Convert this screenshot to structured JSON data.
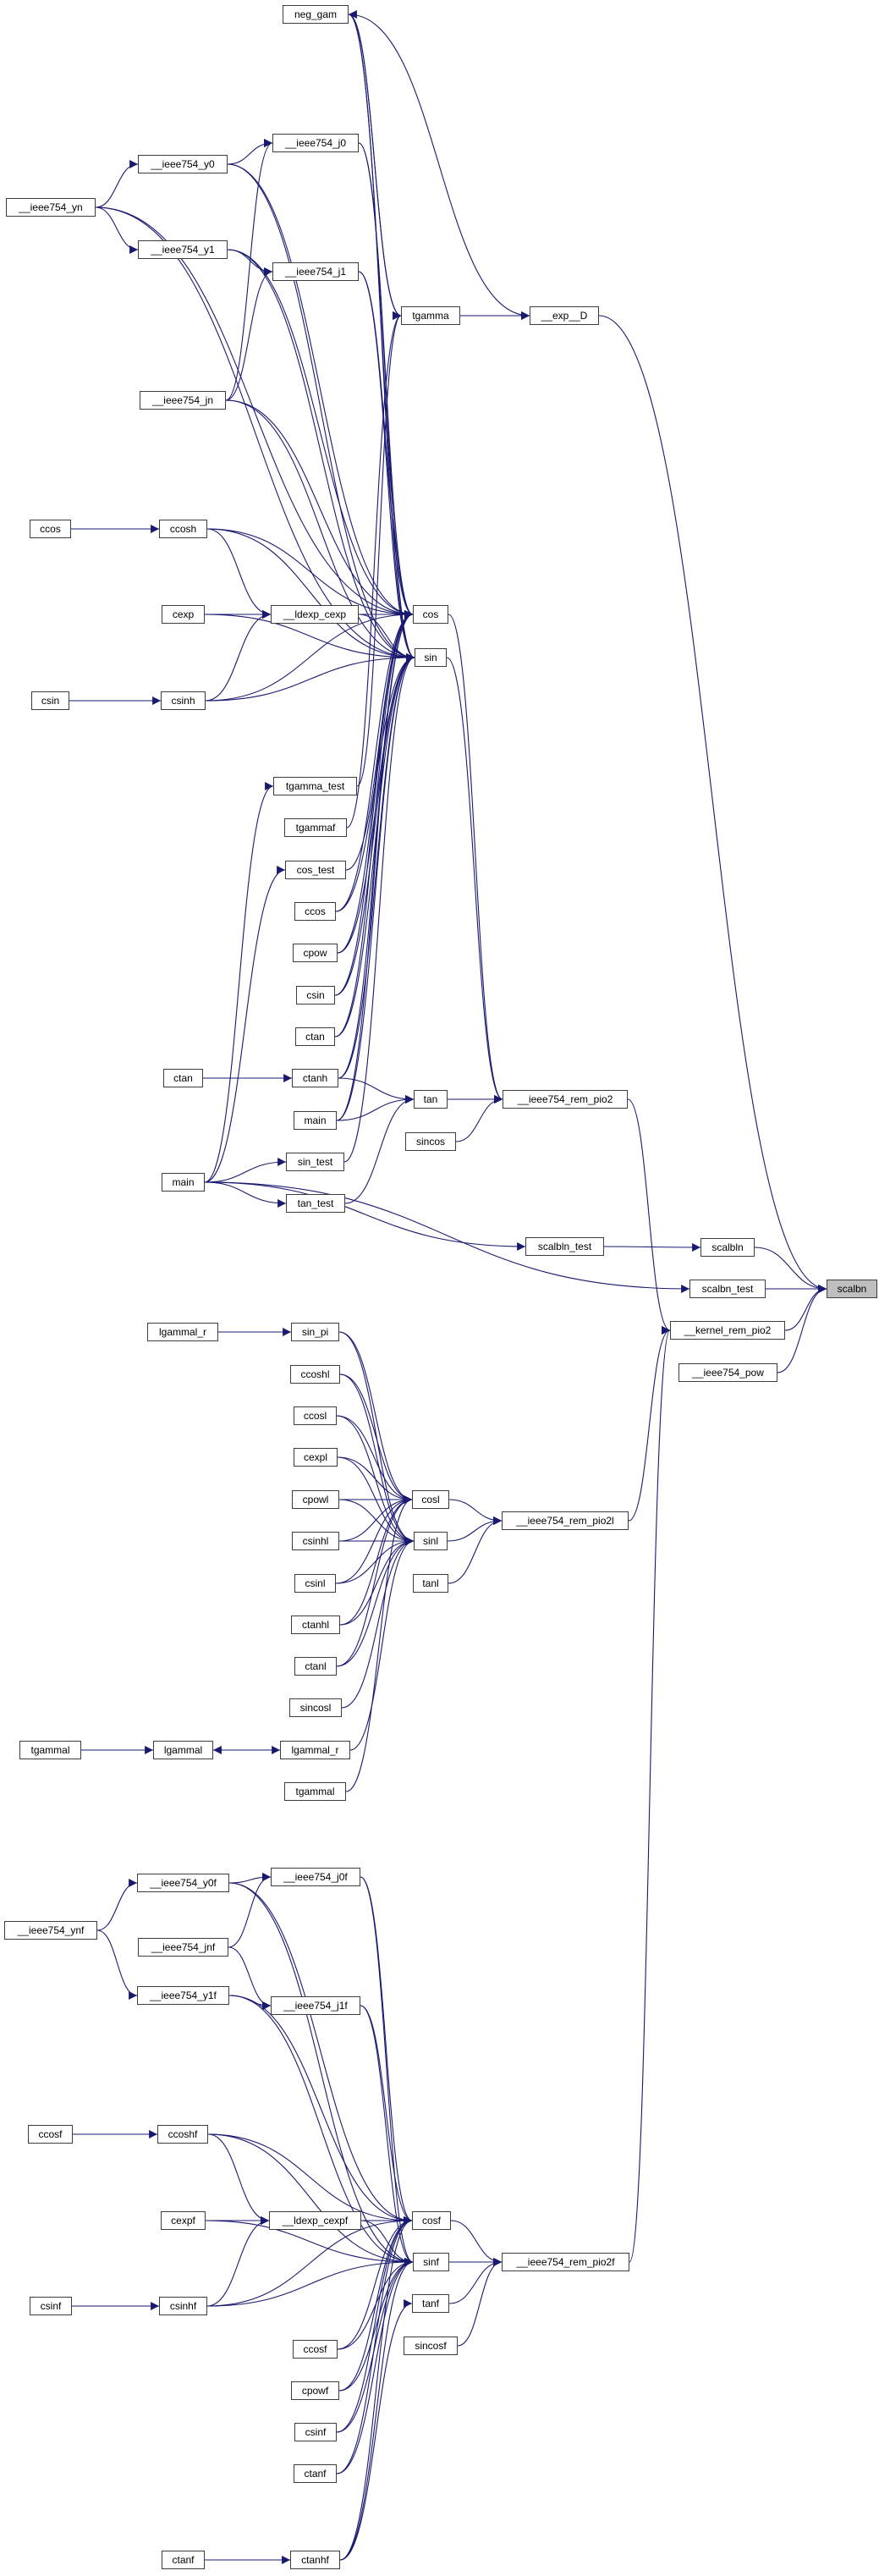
{
  "diagram": {
    "type": "call-graph",
    "title_node": "scalbn",
    "colors": {
      "edge": "#191970",
      "node_border": "#3c3c3c",
      "focus_fill": "#bfbfbf",
      "node_fill": "#ffffff"
    },
    "nodes": {
      "neg_gam": "neg_gam",
      "j0": "__ieee754_j0",
      "y0": "__ieee754_y0",
      "yn": "__ieee754_yn",
      "y1": "__ieee754_y1",
      "j1": "__ieee754_j1",
      "tgamma": "tgamma",
      "exp_D": "__exp__D",
      "jn": "__ieee754_jn",
      "ccos_l": "ccos",
      "ccosh": "ccosh",
      "cexp": "cexp",
      "ldexp_cexp": "__ldexp_cexp",
      "cos": "cos",
      "sin": "sin",
      "csin_l": "csin",
      "csinh": "csinh",
      "tgamma_test": "tgamma_test",
      "tgammaf": "tgammaf",
      "cos_test": "cos_test",
      "ccos_m": "ccos",
      "cpow": "cpow",
      "csin_m": "csin",
      "ctan_m": "ctan",
      "ctan_l": "ctan",
      "ctanh": "ctanh",
      "main_m": "main",
      "tan": "tan",
      "rem_pio2": "__ieee754_rem_pio2",
      "sincos": "sincos",
      "sin_test": "sin_test",
      "main_l": "main",
      "tan_test": "tan_test",
      "scalbln_test": "scalbln_test",
      "scalbln": "scalbln",
      "scalbn_test": "scalbn_test",
      "scalbn": "scalbn",
      "kernel_rem_pio2": "__kernel_rem_pio2",
      "ieee754_pow": "__ieee754_pow",
      "lgammal_r_l": "lgammal_r",
      "sin_pi": "sin_pi",
      "ccoshl": "ccoshl",
      "ccosl": "ccosl",
      "cexpl": "cexpl",
      "cpowl": "cpowl",
      "cosl": "cosl",
      "rem_pio2l": "__ieee754_rem_pio2l",
      "csinhl": "csinhl",
      "sinl": "sinl",
      "csinl": "csinl",
      "tanl": "tanl",
      "ctanhl": "ctanhl",
      "ctanl": "ctanl",
      "sincosl": "sincosl",
      "tgammal_l": "tgammal",
      "lgammal": "lgammal",
      "lgammal_r_m": "lgammal_r",
      "tgammal_m": "tgammal",
      "j0f": "__ieee754_j0f",
      "y0f": "__ieee754_y0f",
      "ynf": "__ieee754_ynf",
      "jnf": "__ieee754_jnf",
      "y1f": "__ieee754_y1f",
      "j1f": "__ieee754_j1f",
      "ccosf_l": "ccosf",
      "ccoshf": "ccoshf",
      "cexpf": "cexpf",
      "ldexp_cexpf": "__ldexp_cexpf",
      "cosf": "cosf",
      "sinf": "sinf",
      "rem_pio2f": "__ieee754_rem_pio2f",
      "csinf_l": "csinf",
      "csinhf": "csinhf",
      "tanf": "tanf",
      "sincosf": "sincosf",
      "ccosf_m": "ccosf",
      "cpowf": "cpowf",
      "csinf_m": "csinf",
      "ctanf_m": "ctanf",
      "ctanf_l": "ctanf",
      "ctanhf": "ctanhf"
    },
    "edges": [
      [
        "neg_gam",
        "tgamma"
      ],
      [
        "tgamma",
        "neg_gam"
      ],
      [
        "neg_gam",
        "exp_D"
      ],
      [
        "neg_gam",
        "cos"
      ],
      [
        "neg_gam",
        "sin"
      ],
      [
        "tgamma",
        "exp_D"
      ],
      [
        "exp_D",
        "scalbn"
      ],
      [
        "yn",
        "y0"
      ],
      [
        "yn",
        "y1"
      ],
      [
        "yn",
        "cos"
      ],
      [
        "yn",
        "sin"
      ],
      [
        "y0",
        "j0"
      ],
      [
        "y0",
        "cos"
      ],
      [
        "y0",
        "sin"
      ],
      [
        "y1",
        "j1"
      ],
      [
        "y1",
        "cos"
      ],
      [
        "y1",
        "sin"
      ],
      [
        "j0",
        "cos"
      ],
      [
        "j0",
        "sin"
      ],
      [
        "j1",
        "cos"
      ],
      [
        "j1",
        "sin"
      ],
      [
        "jn",
        "j0"
      ],
      [
        "jn",
        "j1"
      ],
      [
        "jn",
        "cos"
      ],
      [
        "jn",
        "sin"
      ],
      [
        "ccos_l",
        "ccosh"
      ],
      [
        "ccosh",
        "ldexp_cexp"
      ],
      [
        "ccosh",
        "cos"
      ],
      [
        "ccosh",
        "sin"
      ],
      [
        "cexp",
        "ldexp_cexp"
      ],
      [
        "cexp",
        "cos"
      ],
      [
        "cexp",
        "sin"
      ],
      [
        "ldexp_cexp",
        "cos"
      ],
      [
        "ldexp_cexp",
        "sin"
      ],
      [
        "csin_l",
        "csinh"
      ],
      [
        "csinh",
        "ldexp_cexp"
      ],
      [
        "csinh",
        "cos"
      ],
      [
        "csinh",
        "sin"
      ],
      [
        "tgamma_test",
        "tgamma"
      ],
      [
        "tgammaf",
        "tgamma"
      ],
      [
        "cos_test",
        "cos"
      ],
      [
        "ccos_m",
        "cos"
      ],
      [
        "ccos_m",
        "sin"
      ],
      [
        "cpow",
        "cos"
      ],
      [
        "cpow",
        "sin"
      ],
      [
        "csin_m",
        "cos"
      ],
      [
        "csin_m",
        "sin"
      ],
      [
        "ctan_m",
        "cos"
      ],
      [
        "ctan_m",
        "sin"
      ],
      [
        "ctan_l",
        "ctanh"
      ],
      [
        "ctanh",
        "cos"
      ],
      [
        "ctanh",
        "sin"
      ],
      [
        "ctanh",
        "tan"
      ],
      [
        "main_m",
        "cos"
      ],
      [
        "main_m",
        "sin"
      ],
      [
        "main_m",
        "tan"
      ],
      [
        "sin_test",
        "sin"
      ],
      [
        "tan_test",
        "tan"
      ],
      [
        "main_l",
        "tgamma_test"
      ],
      [
        "main_l",
        "cos_test"
      ],
      [
        "main_l",
        "sin_test"
      ],
      [
        "main_l",
        "tan_test"
      ],
      [
        "main_l",
        "scalbln_test"
      ],
      [
        "main_l",
        "scalbn_test"
      ],
      [
        "cos",
        "rem_pio2"
      ],
      [
        "sin",
        "rem_pio2"
      ],
      [
        "tan",
        "rem_pio2"
      ],
      [
        "sincos",
        "rem_pio2"
      ],
      [
        "rem_pio2",
        "kernel_rem_pio2"
      ],
      [
        "scalbln_test",
        "scalbln"
      ],
      [
        "scalbln",
        "scalbn"
      ],
      [
        "scalbn_test",
        "scalbn"
      ],
      [
        "kernel_rem_pio2",
        "scalbn"
      ],
      [
        "ieee754_pow",
        "scalbn"
      ],
      [
        "lgammal_r_l",
        "sin_pi"
      ],
      [
        "sin_pi",
        "cosl"
      ],
      [
        "sin_pi",
        "sinl"
      ],
      [
        "ccoshl",
        "cosl"
      ],
      [
        "ccoshl",
        "sinl"
      ],
      [
        "ccosl",
        "cosl"
      ],
      [
        "ccosl",
        "sinl"
      ],
      [
        "cexpl",
        "cosl"
      ],
      [
        "cexpl",
        "sinl"
      ],
      [
        "cpowl",
        "cosl"
      ],
      [
        "cpowl",
        "sinl"
      ],
      [
        "csinhl",
        "cosl"
      ],
      [
        "csinhl",
        "sinl"
      ],
      [
        "csinl",
        "cosl"
      ],
      [
        "csinl",
        "sinl"
      ],
      [
        "ctanhl",
        "cosl"
      ],
      [
        "ctanhl",
        "sinl"
      ],
      [
        "ctanl",
        "cosl"
      ],
      [
        "ctanl",
        "sinl"
      ],
      [
        "sincosl",
        "sinl"
      ],
      [
        "lgammal_r_m",
        "sinl"
      ],
      [
        "tgammal_m",
        "cosl"
      ],
      [
        "tgammal_l",
        "lgammal"
      ],
      [
        "lgammal",
        "lgammal_r_m"
      ],
      [
        "lgammal_r_m",
        "lgammal"
      ],
      [
        "cosl",
        "rem_pio2l"
      ],
      [
        "sinl",
        "rem_pio2l"
      ],
      [
        "tanl",
        "rem_pio2l"
      ],
      [
        "rem_pio2l",
        "kernel_rem_pio2"
      ],
      [
        "ynf",
        "y0f"
      ],
      [
        "ynf",
        "y1f"
      ],
      [
        "y0f",
        "j0f"
      ],
      [
        "y0f",
        "cosf"
      ],
      [
        "y0f",
        "sinf"
      ],
      [
        "y1f",
        "j1f"
      ],
      [
        "y1f",
        "cosf"
      ],
      [
        "y1f",
        "sinf"
      ],
      [
        "jnf",
        "j0f"
      ],
      [
        "jnf",
        "j1f"
      ],
      [
        "j0f",
        "cosf"
      ],
      [
        "j0f",
        "sinf"
      ],
      [
        "j1f",
        "cosf"
      ],
      [
        "j1f",
        "sinf"
      ],
      [
        "ccosf_l",
        "ccoshf"
      ],
      [
        "ccoshf",
        "ldexp_cexpf"
      ],
      [
        "ccoshf",
        "cosf"
      ],
      [
        "ccoshf",
        "sinf"
      ],
      [
        "cexpf",
        "ldexp_cexpf"
      ],
      [
        "cexpf",
        "cosf"
      ],
      [
        "cexpf",
        "sinf"
      ],
      [
        "ldexp_cexpf",
        "cosf"
      ],
      [
        "ldexp_cexpf",
        "sinf"
      ],
      [
        "csinf_l",
        "csinhf"
      ],
      [
        "csinhf",
        "ldexp_cexpf"
      ],
      [
        "csinhf",
        "cosf"
      ],
      [
        "csinhf",
        "sinf"
      ],
      [
        "ccosf_m",
        "cosf"
      ],
      [
        "ccosf_m",
        "sinf"
      ],
      [
        "cpowf",
        "cosf"
      ],
      [
        "cpowf",
        "sinf"
      ],
      [
        "csinf_m",
        "cosf"
      ],
      [
        "csinf_m",
        "sinf"
      ],
      [
        "ctanf_m",
        "cosf"
      ],
      [
        "ctanf_m",
        "sinf"
      ],
      [
        "ctanf_l",
        "ctanhf"
      ],
      [
        "ctanhf",
        "cosf"
      ],
      [
        "ctanhf",
        "sinf"
      ],
      [
        "ctanhf",
        "tanf"
      ],
      [
        "cosf",
        "rem_pio2f"
      ],
      [
        "sinf",
        "rem_pio2f"
      ],
      [
        "tanf",
        "rem_pio2f"
      ],
      [
        "sincosf",
        "rem_pio2f"
      ],
      [
        "rem_pio2f",
        "kernel_rem_pio2"
      ]
    ]
  }
}
